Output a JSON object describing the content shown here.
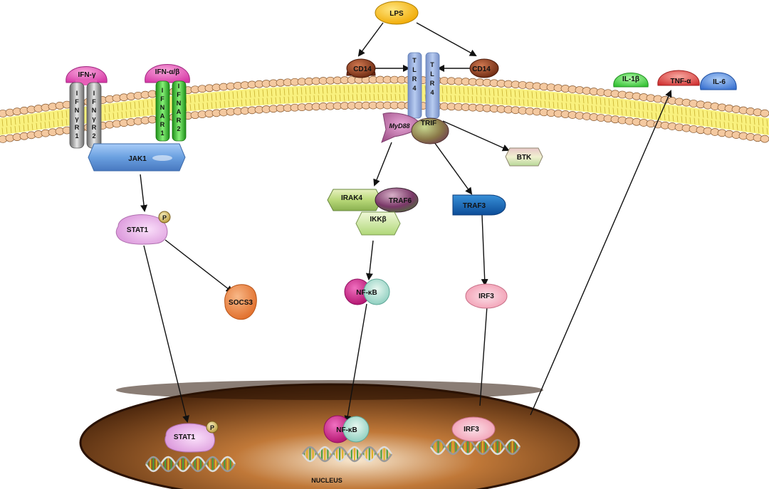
{
  "labels": {
    "lps": "LPS",
    "cd14_left": "CD14",
    "cd14_right": "CD14",
    "tlr4_a": [
      "T",
      "L",
      "R",
      "4"
    ],
    "tlr4_b": [
      "T",
      "L",
      "R",
      "4"
    ],
    "ifn_gamma": "IFN-γ",
    "ifn_alpha_beta": "IFN-α/β",
    "ifngr1": [
      "I",
      "F",
      "N",
      "γ",
      "R",
      "1"
    ],
    "ifngr2": [
      "I",
      "F",
      "N",
      "γ",
      "R",
      "2"
    ],
    "ifnar1": [
      "I",
      "F",
      "N",
      "A",
      "R",
      "1"
    ],
    "ifnar2": [
      "I",
      "F",
      "N",
      "A",
      "R",
      "2"
    ],
    "jak1": "JAK1",
    "stat1": "STAT1",
    "phospho": "P",
    "socs3": "SOCS3",
    "myd88": "MyD88",
    "trif": "TRIF",
    "btk": "BTK",
    "irak4": "IRAK4",
    "traf6": "TRAF6",
    "ikkb": "IKKβ",
    "nfkb": "NF-κB",
    "traf3": "TRAF3",
    "irf3": "IRF3",
    "il1b": "IL-1β",
    "tnfa": "TNF-α",
    "il6": "IL-6",
    "nucleus_stat1": "STAT1",
    "nucleus_phospho": "P",
    "nucleus_nfkb": "NF-κB",
    "nucleus_irf3": "IRF3",
    "nucleus": "NUCLEUS"
  },
  "colors": {
    "lps": "#f5b800",
    "cd14": "#8a3a1c",
    "tlr4": "#90a8d8",
    "ifn": "#e860b8",
    "ifngr": "#9a9a9a",
    "ifnar": "#38c030",
    "jak1": "#68a0e0",
    "stat1": "#e8a8e8",
    "socs3": "#f08848",
    "myd88": "#c070a8",
    "trif": "#8a8040",
    "btk": "#d8d8a8",
    "irak4": "#b8d880",
    "traf6": "#7a3868",
    "ikkb": "#c8e890",
    "nfkb_left": "#d0208c",
    "nfkb_right": "#a8d8c8",
    "traf3": "#1a6cb8",
    "irf3": "#f8b8c8",
    "il1b": "#58d858",
    "tnfa": "#e04848",
    "il6": "#5890e0",
    "nucleus": "#7a4010",
    "membrane_head": "#f4c9a0",
    "membrane_tail": "#f8f070"
  }
}
